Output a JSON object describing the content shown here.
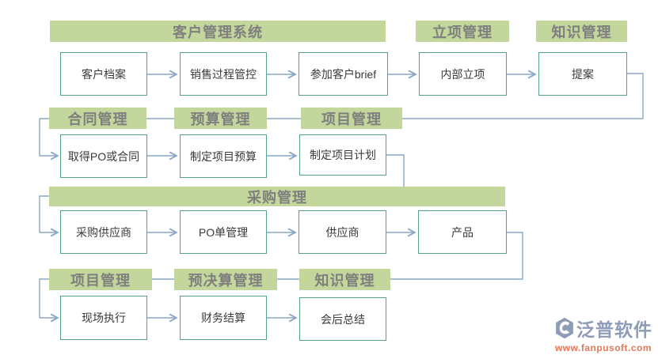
{
  "headers": [
    {
      "label": "客户管理系统"
    },
    {
      "label": "立项管理"
    },
    {
      "label": "知识管理"
    },
    {
      "label": "合同管理"
    },
    {
      "label": "预算管理"
    },
    {
      "label": "项目管理"
    },
    {
      "label": "采购管理"
    },
    {
      "label": "项目管理"
    },
    {
      "label": "预决算管理"
    },
    {
      "label": "知识管理"
    }
  ],
  "boxes": [
    {
      "label": "客户档案"
    },
    {
      "label": "销售过程管控"
    },
    {
      "label": "参加客户brief"
    },
    {
      "label": "内部立项"
    },
    {
      "label": "提案"
    },
    {
      "label": "取得PO或合同"
    },
    {
      "label": "制定项目预算"
    },
    {
      "label": "制定项目计划"
    },
    {
      "label": "采购供应商"
    },
    {
      "label": "PO单管理"
    },
    {
      "label": "供应商"
    },
    {
      "label": "产品"
    },
    {
      "label": "现场执行"
    },
    {
      "label": "财务结算"
    },
    {
      "label": "会后总结"
    }
  ],
  "watermark": {
    "brand": "泛普软件",
    "url": "www.fanpusoft.com"
  },
  "colors": {
    "header_bg": "#c3d69b",
    "header_text": "#7f7f7f",
    "box_border": "#52a283",
    "box_text": "#3a3a3a",
    "connector": "#8ba7c6",
    "logo_text": "#8e9cb8",
    "logo_url": "#e0795a"
  }
}
